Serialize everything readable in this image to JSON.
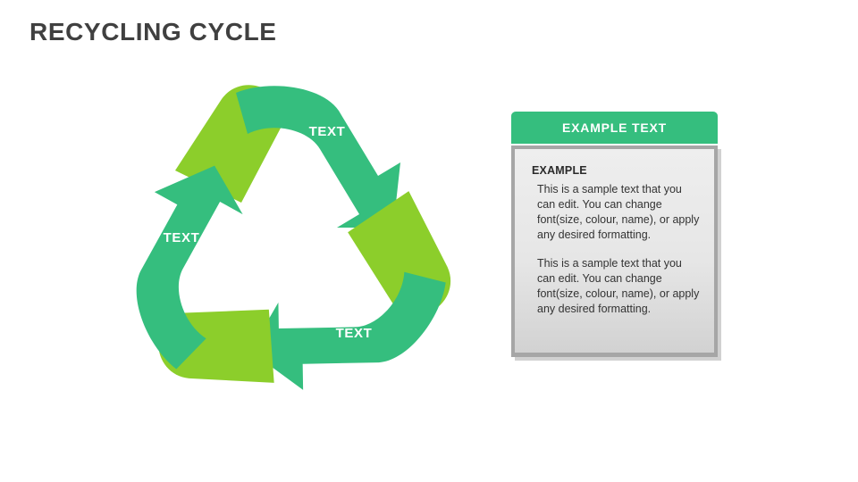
{
  "slide": {
    "title": "RECYCLING CYCLE",
    "background_color": "#ffffff",
    "title_color": "#404040"
  },
  "diagram": {
    "name": "recycling-cycle-symbol",
    "type": "three-arrow-recycling-loop",
    "arrow_color": "#35be7e",
    "block_color": "#8cce2b",
    "segment_count": 3,
    "segments": [
      {
        "id": "top",
        "label": "TEXT",
        "rotation_deg": 0
      },
      {
        "id": "bottom-right",
        "label": "TEXT",
        "rotation_deg": 120
      },
      {
        "id": "left",
        "label": "TEXT",
        "rotation_deg": 240
      }
    ]
  },
  "card": {
    "header_title": "EXAMPLE TEXT",
    "header_color": "#35be7e",
    "frame_color": "#a6a6a6",
    "body_color": "#eaeaea",
    "body_heading": "EXAMPLE",
    "paragraphs": [
      "This is a sample text that you can edit. You can change font(size, colour, name), or apply any desired formatting.",
      "This is a sample text that you can edit. You can change font(size, colour, name), or apply any desired formatting."
    ]
  }
}
